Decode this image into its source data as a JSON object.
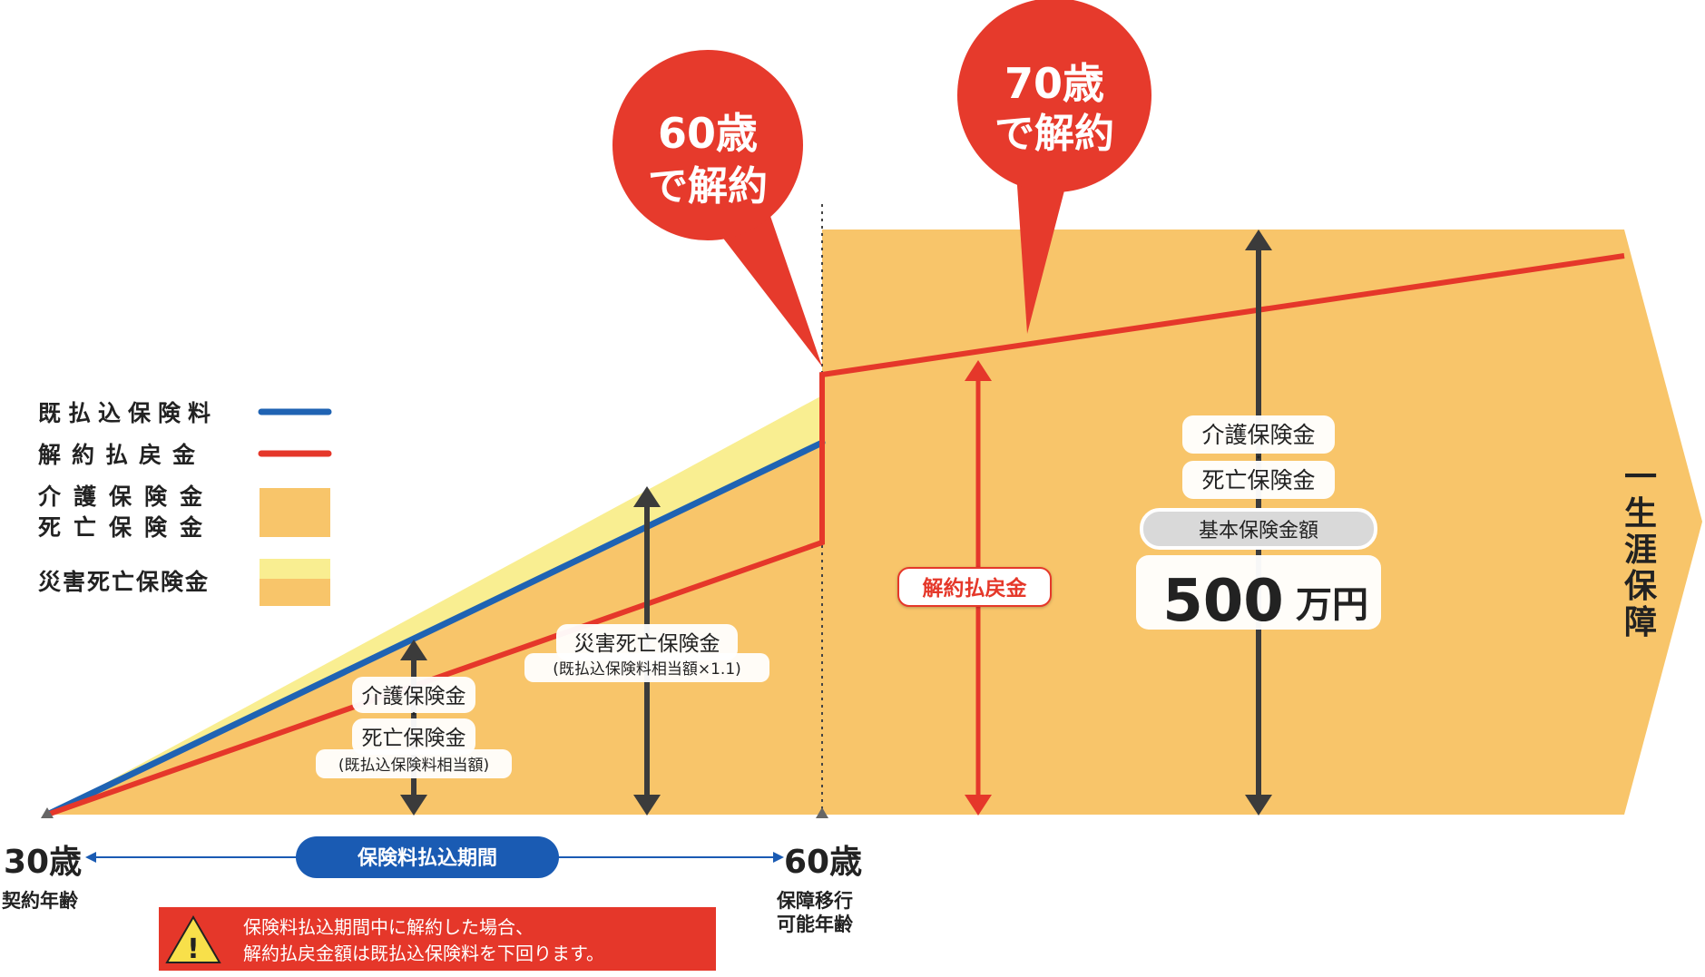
{
  "legend": {
    "paid_premium": "既払込保険料",
    "surrender_value": "解約払戻金",
    "care_death_line1": "介護保険金",
    "care_death_line2": "死亡保険金",
    "accident_death": "災害死亡保険金"
  },
  "bubbles": {
    "age60_line1": "60歳",
    "age60_line2": "で解約",
    "age70_line1": "70歳",
    "age70_line2": "で解約"
  },
  "labels": {
    "care": "介護保険金",
    "dot": "・",
    "death": "死亡保険金",
    "equiv_paid": "(既払込保険料相当額)",
    "accident_death": "災害死亡保険金",
    "accident_note": "(既払込保険料相当額×1.1)",
    "surrender_value": "解約払戻金",
    "base_amount": "基本保険金額",
    "amount_number": "500",
    "amount_unit": "万円",
    "lifetime_1": "一",
    "lifetime_2": "生",
    "lifetime_3": "涯",
    "lifetime_4": "保",
    "lifetime_5": "障"
  },
  "axis": {
    "start_age": "30歳",
    "start_caption": "契約年齢",
    "end_age": "60歳",
    "end_caption_1": "保障移行",
    "end_caption_2": "可能年齢",
    "period": "保険料払込期間"
  },
  "warning": {
    "line1": "保険料払込期間中に解約した場合、",
    "line2": "解約払戻金額は既払込保険料を下回ります。",
    "icon_mark": "!"
  },
  "colors": {
    "orange_fill": "#f8c56a",
    "yellow_fill": "#f9ee91",
    "blue_line": "#1f63b3",
    "red_line": "#e5372a",
    "bubble": "#e63a2c",
    "arrow_dark": "#3b3b3b",
    "period_pill": "#1a5bb3"
  }
}
